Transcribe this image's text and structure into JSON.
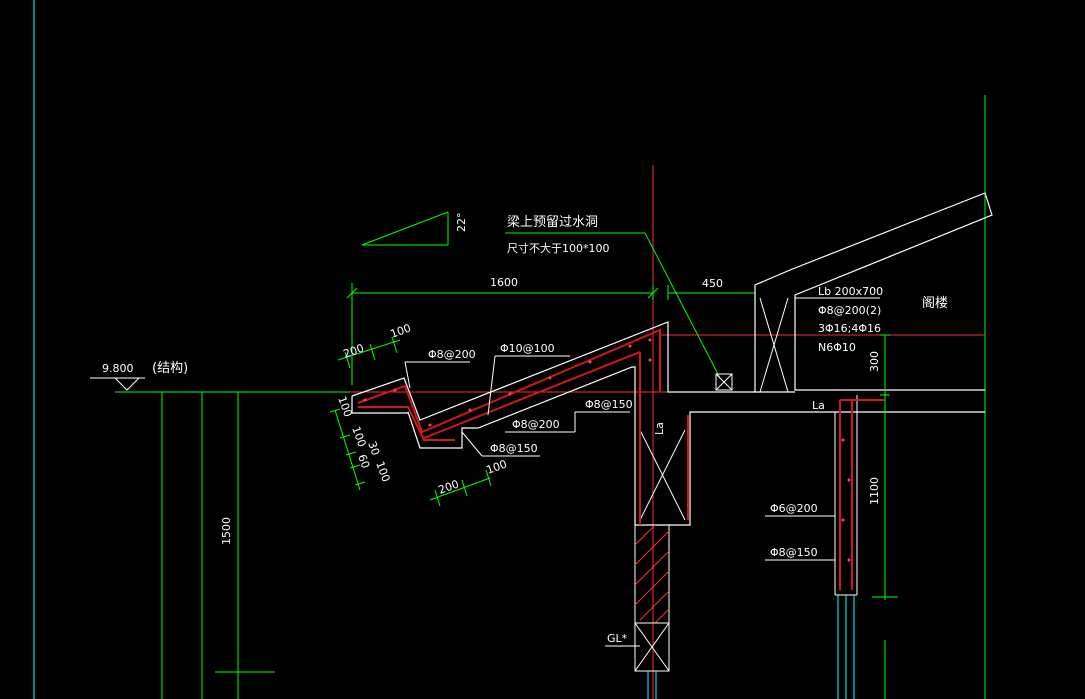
{
  "drawing": {
    "colors": {
      "background": "#000000",
      "outline": "#ffffff",
      "dimension": "#00ff00",
      "axis": "#ff2a2a",
      "rebar": "#d01818",
      "frame": "#00ffff",
      "hatch": "#ff3333"
    },
    "level": {
      "value": "9.800",
      "note": "(结构)"
    },
    "slope_label": "22°",
    "note": {
      "line1": "梁上预留过水洞",
      "line2": "尺寸不大于100*100"
    },
    "dimensions": {
      "d1600": "1600",
      "d450": "450",
      "d200_top": "200",
      "d100_top": "100",
      "d100_side": "100",
      "d100_a": "100",
      "d30": "30",
      "d60": "60",
      "d100_b": "100",
      "d200_bottom": "200",
      "d100_bottom": "100",
      "d1500": "1500",
      "d300": "300",
      "d1100": "1100"
    },
    "rebar_labels": {
      "phi8_200_a": "Φ8@200",
      "phi10_100": "Φ10@100",
      "phi8_150_a": "Φ8@150",
      "phi8_200_b": "Φ8@200",
      "phi8_150_b": "Φ8@150",
      "phi6_200": "Φ6@200",
      "phi8_150_c": "Φ8@150"
    },
    "beam_spec": {
      "line1": "Lb 200x700",
      "line2": "Φ8@200(2)",
      "line3": "3Φ16;4Φ16",
      "line4": "N6Φ10"
    },
    "labels": {
      "room": "阁楼",
      "la_left": "La",
      "la_right": "La",
      "gl": "GL*"
    }
  }
}
